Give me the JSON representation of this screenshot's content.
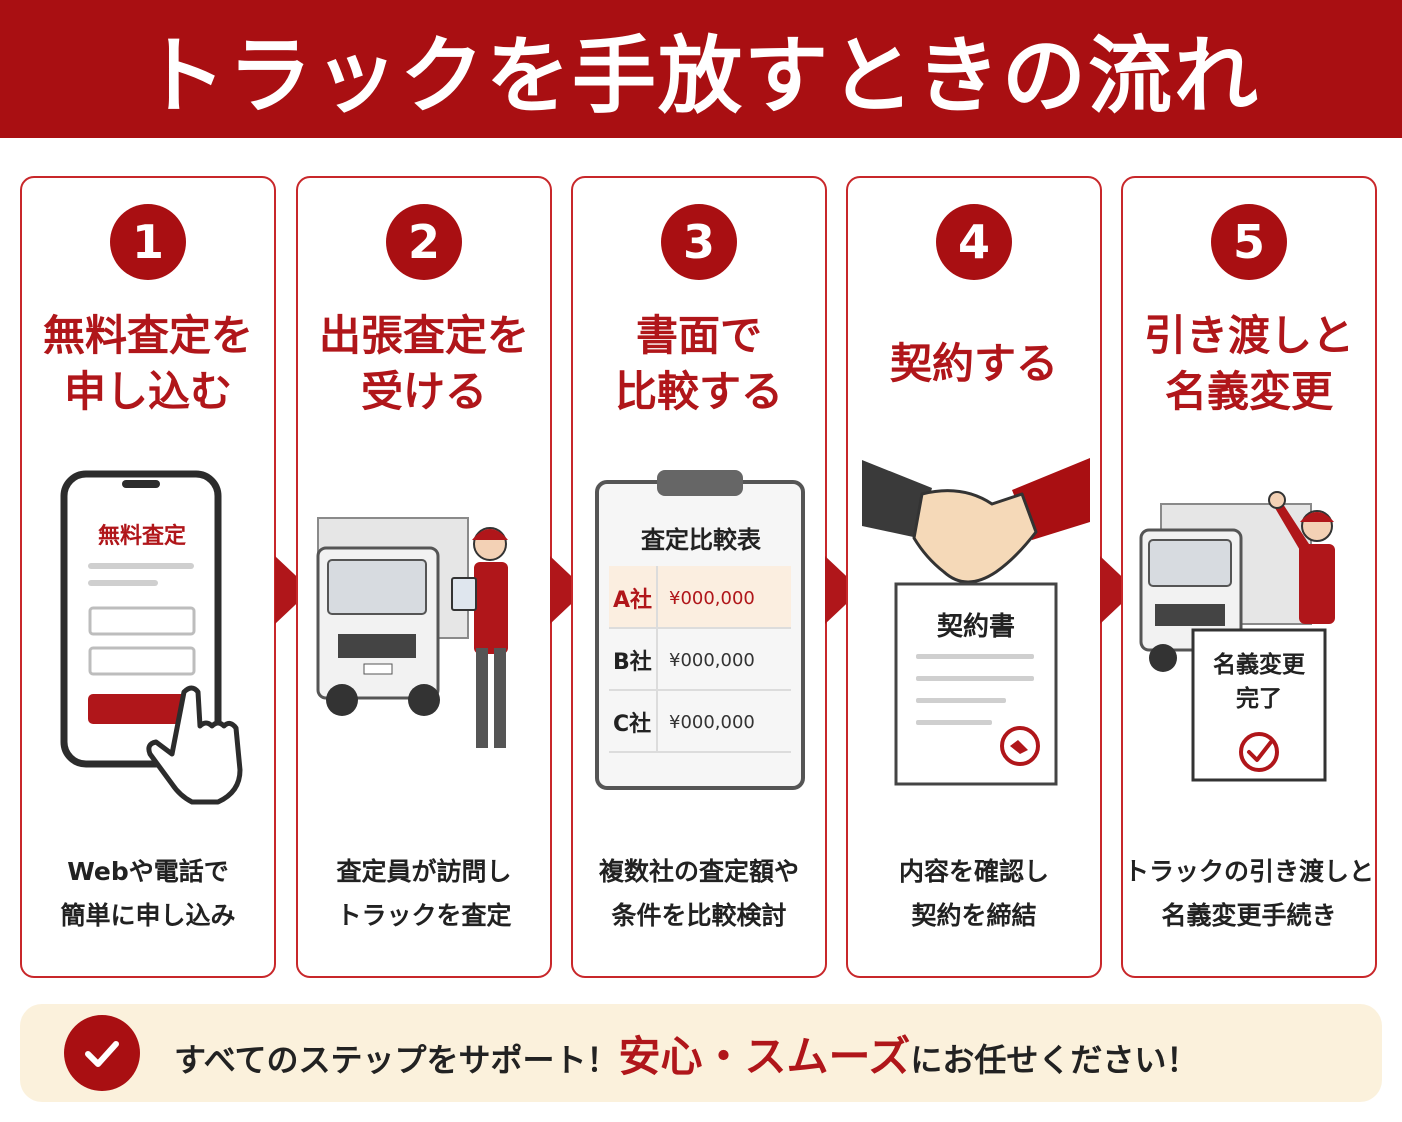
{
  "title": "トラックを手放すときの流れ",
  "colors": {
    "brand": "#a90f12",
    "accent": "#b0161a",
    "footer_bg": "#fbf1dc"
  },
  "steps": [
    {
      "number": "1",
      "title_line1": "無料査定を",
      "title_line2": "申し込む",
      "desc_line1": "Webや電話で",
      "desc_line2": "簡単に申し込み",
      "screen_label": "無料査定",
      "icon": "smartphone-icon"
    },
    {
      "number": "2",
      "title_line1": "出張査定を",
      "title_line2": "受ける",
      "desc_line1": "査定員が訪問し",
      "desc_line2": "トラックを査定",
      "icon": "truck-inspector-icon"
    },
    {
      "number": "3",
      "title_line1": "書面で",
      "title_line2": "比較する",
      "desc_line1": "複数社の査定額や",
      "desc_line2": "条件を比較検討",
      "clipboard_title": "査定比較表",
      "rows": [
        {
          "company": "A社",
          "amount": "¥000,000"
        },
        {
          "company": "B社",
          "amount": "¥000,000"
        },
        {
          "company": "C社",
          "amount": "¥000,000"
        }
      ],
      "icon": "clipboard-icon"
    },
    {
      "number": "4",
      "title_line1": "契約する",
      "title_line2": "",
      "desc_line1": "内容を確認し",
      "desc_line2": "契約を締結",
      "doc_title": "契約書",
      "icon": "handshake-icon"
    },
    {
      "number": "5",
      "title_line1": "引き渡しと",
      "title_line2": "名義変更",
      "desc_line1": "トラックの引き渡しと",
      "desc_line2": "名義変更手続き",
      "sign_line1": "名義変更",
      "sign_line2": "完了",
      "icon": "truck-handover-icon"
    }
  ],
  "footer": {
    "text_before": "すべてのステップをサポート！",
    "highlight": "安心・スムーズ",
    "text_after": "にお任せください！"
  }
}
